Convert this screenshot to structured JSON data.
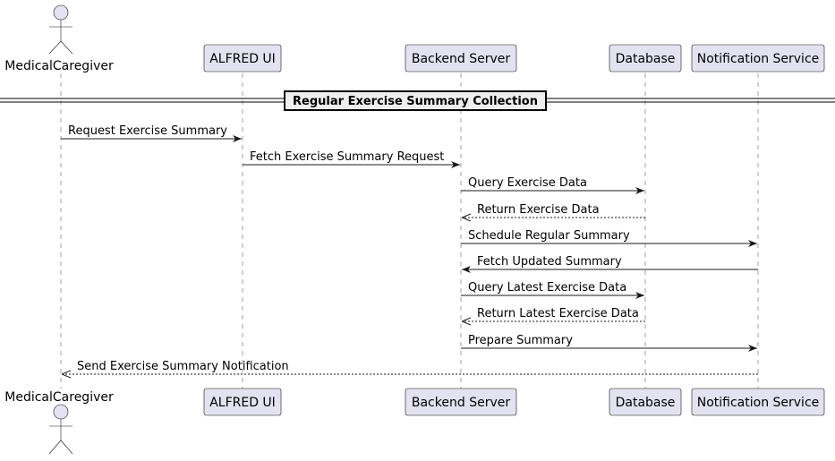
{
  "participants": [
    {
      "id": "caregiver",
      "label": "MedicalCaregiver",
      "kind": "actor"
    },
    {
      "id": "ui",
      "label": "ALFRED UI",
      "kind": "participant"
    },
    {
      "id": "backend",
      "label": "Backend Server",
      "kind": "participant"
    },
    {
      "id": "db",
      "label": "Database",
      "kind": "participant"
    },
    {
      "id": "notify",
      "label": "Notification Service",
      "kind": "participant"
    }
  ],
  "divider": {
    "label": "Regular Exercise Summary Collection"
  },
  "messages": [
    {
      "from": "caregiver",
      "to": "ui",
      "label": "Request Exercise Summary",
      "style": "solid"
    },
    {
      "from": "ui",
      "to": "backend",
      "label": "Fetch Exercise Summary Request",
      "style": "solid"
    },
    {
      "from": "backend",
      "to": "db",
      "label": "Query Exercise Data",
      "style": "solid"
    },
    {
      "from": "db",
      "to": "backend",
      "label": "Return Exercise Data",
      "style": "dashed"
    },
    {
      "from": "backend",
      "to": "notify",
      "label": "Schedule Regular Summary",
      "style": "solid"
    },
    {
      "from": "notify",
      "to": "backend",
      "label": "Fetch Updated Summary",
      "style": "solid"
    },
    {
      "from": "backend",
      "to": "db",
      "label": "Query Latest Exercise Data",
      "style": "solid"
    },
    {
      "from": "db",
      "to": "backend",
      "label": "Return Latest Exercise Data",
      "style": "dashed"
    },
    {
      "from": "backend",
      "to": "notify",
      "label": "Prepare Summary",
      "style": "solid"
    },
    {
      "from": "notify",
      "to": "caregiver",
      "label": "Send Exercise Summary Notification",
      "style": "dashed"
    }
  ]
}
